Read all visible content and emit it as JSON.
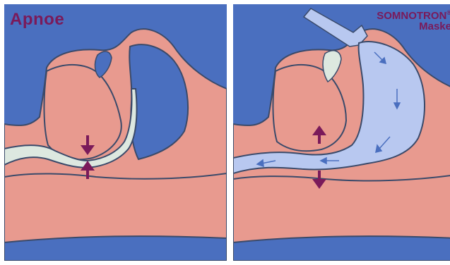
{
  "left_panel": {
    "title": "Apnoe"
  },
  "right_panel": {
    "brand": "SOMNOTRON",
    "trademark": "®",
    "product": "Maske"
  },
  "colors": {
    "background": "#4a6fbf",
    "tissue": "#e89a8f",
    "airway_closed": "#dde8e0",
    "airway_air": "#b8c8f0",
    "arrow": "#7a1a5a",
    "outline": "#3a4a6a",
    "text": "#7a1a5a"
  },
  "icons": [
    "arrow-down-icon",
    "arrow-up-icon",
    "airflow-arrow-icon"
  ]
}
